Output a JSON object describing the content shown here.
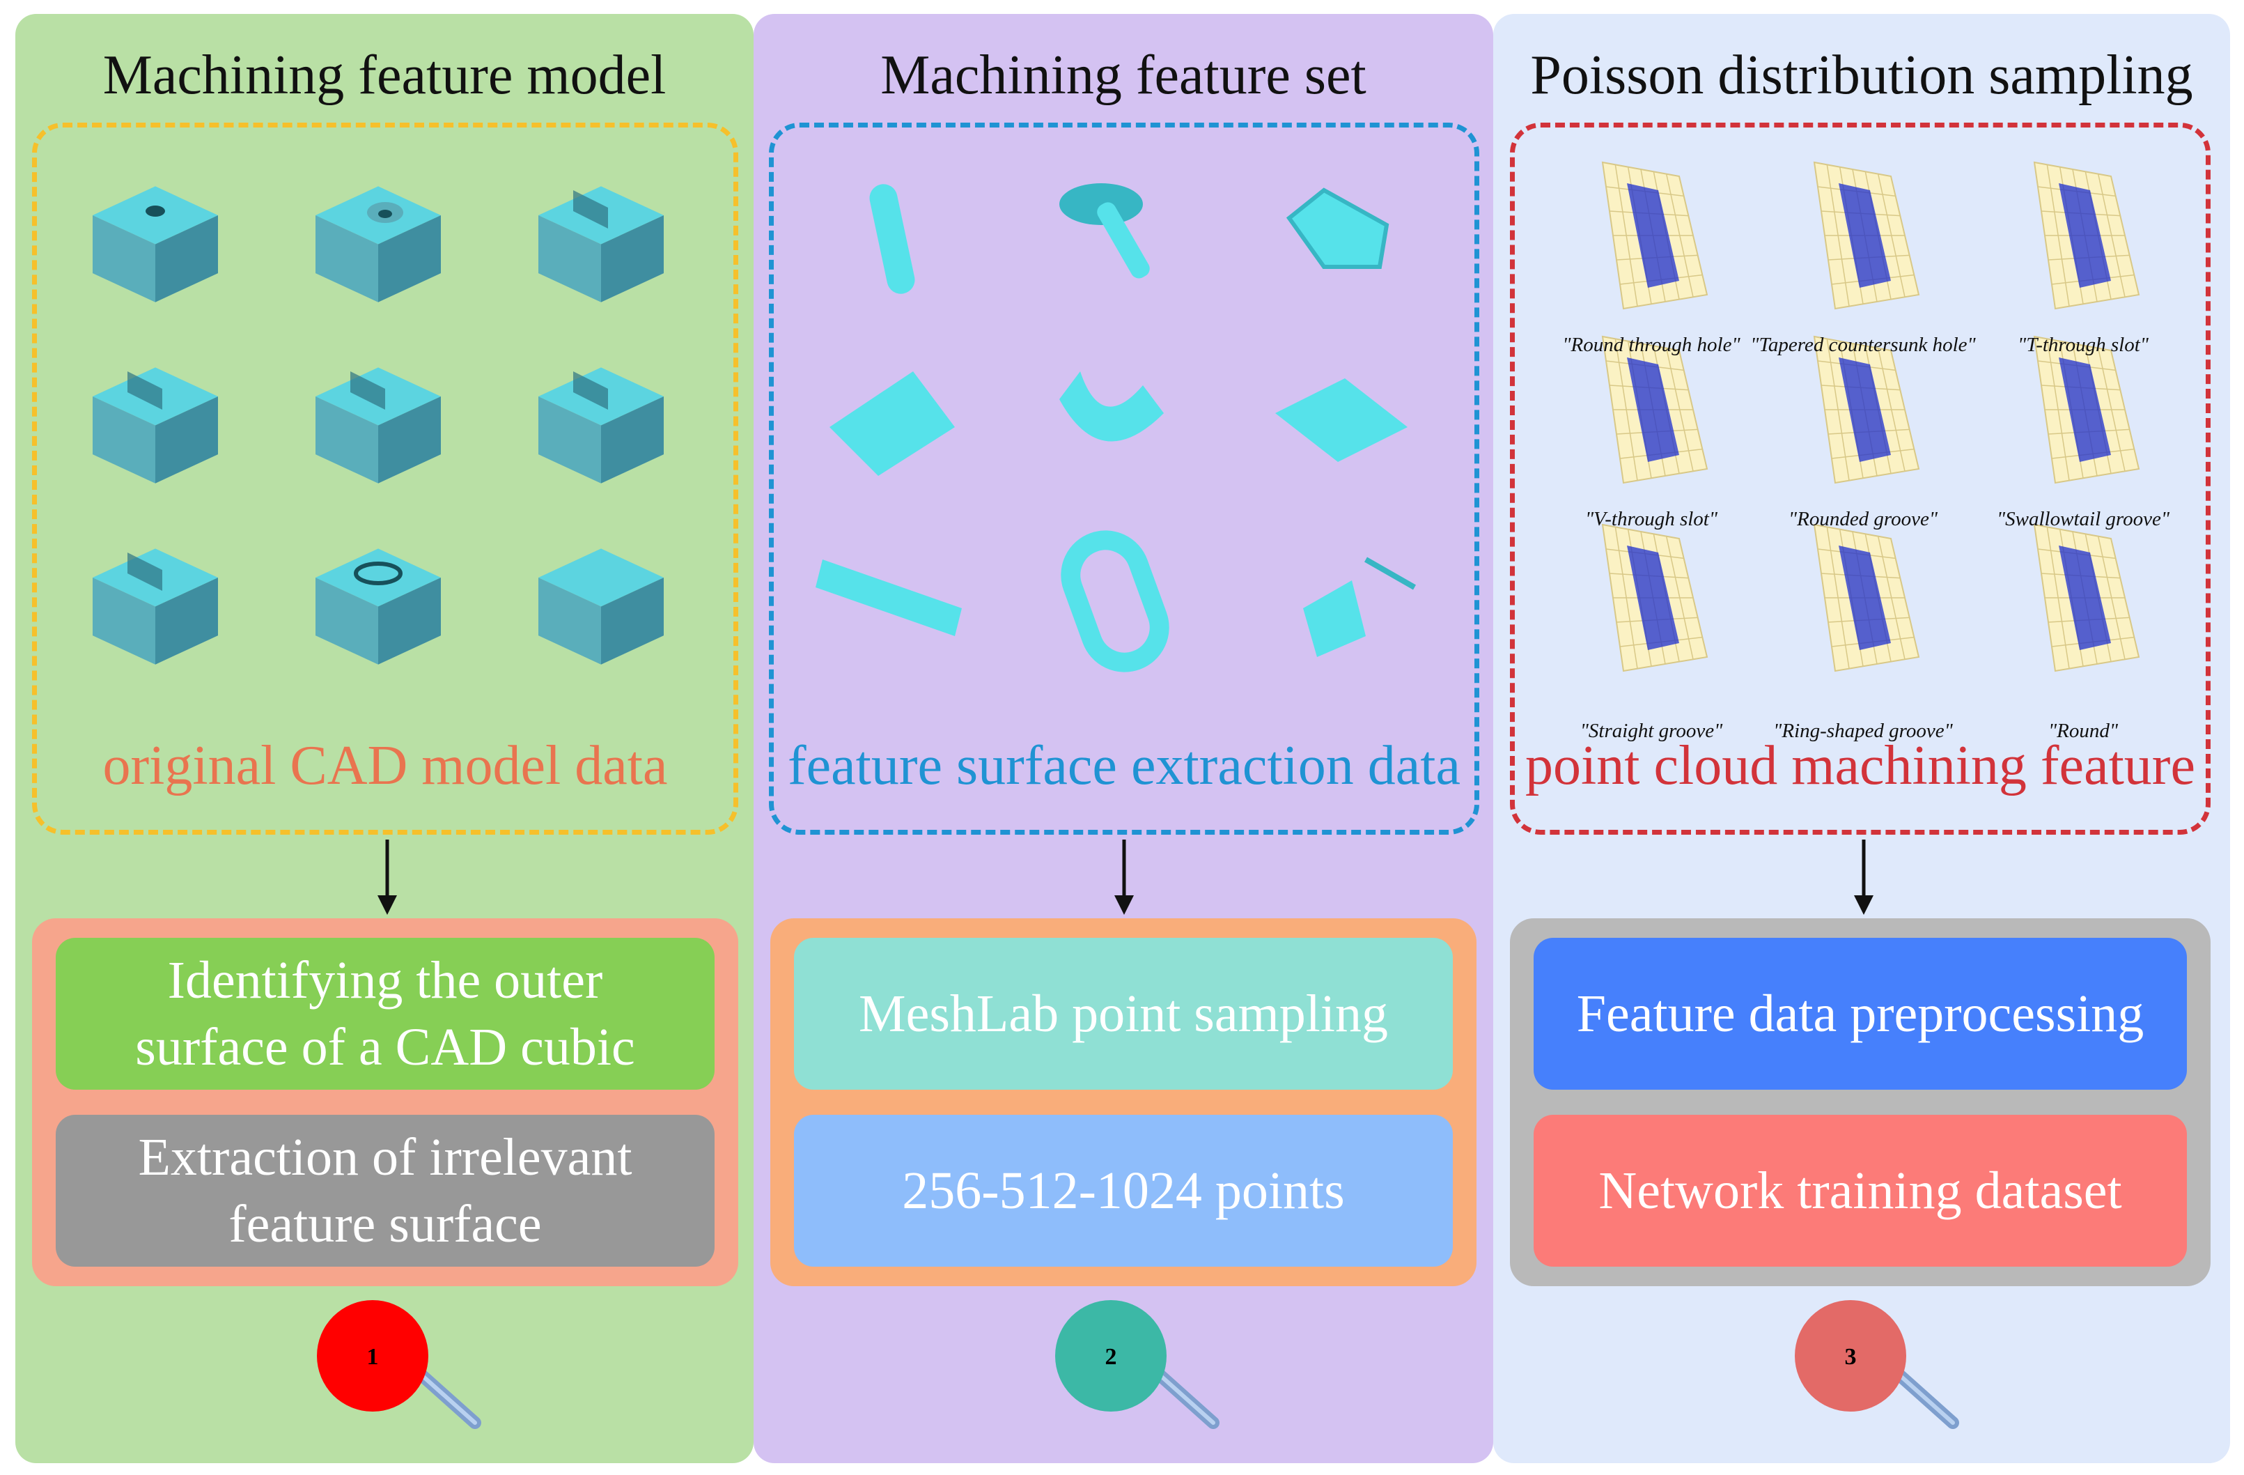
{
  "panels": [
    {
      "title": "Machining feature model",
      "box_label": "original CAD model data",
      "box_color": "#f6c02b",
      "label_color": "#e9744f",
      "proc_bg": "#f6a58c",
      "steps": [
        {
          "text": "Identifying the outer\nsurface of a CAD cubic",
          "color": "#86cf55"
        },
        {
          "text": "Extraction of irrelevant\nfeature surface",
          "color": "#989898"
        }
      ],
      "badge": {
        "number": "1",
        "color": "#ff0000"
      }
    },
    {
      "title": "Machining feature set",
      "box_label": "feature surface extraction data",
      "box_color": "#1f93d3",
      "label_color": "#1f93d3",
      "proc_bg": "#f9ad7a",
      "steps": [
        {
          "text": "MeshLab point sampling",
          "color": "#8fe0d4"
        },
        {
          "text": "256-512-1024 points",
          "color": "#8ebdfb"
        }
      ],
      "badge": {
        "number": "2",
        "color": "#3cb8a6"
      }
    },
    {
      "title": "Poisson distribution sampling",
      "box_label": "point cloud machining feature",
      "box_color": "#d2333a",
      "label_color": "#d2333a",
      "proc_bg": "#b9b9b9",
      "steps": [
        {
          "text": "Feature data preprocessing",
          "color": "#4680fc"
        },
        {
          "text": "Network training dataset",
          "color": "#fc7b78"
        }
      ],
      "badge": {
        "number": "3",
        "color": "#e36a67"
      },
      "captions": [
        "\"Round through hole\"",
        "\"Tapered countersunk hole\"",
        "\"T-through slot\"",
        "\"V-through slot\"",
        "\"Rounded groove\"",
        "\"Swallowtail groove\"",
        "\"Straight groove\"",
        "\"Ring-shaped groove\"",
        "\"Round\""
      ]
    }
  ],
  "icons": {
    "cad_models": [
      "round-through-hole-cube-icon",
      "countersunk-hole-cube-icon",
      "t-slot-cube-icon",
      "v-slot-cube-icon",
      "rounded-groove-cube-icon",
      "swallowtail-cube-icon",
      "straight-groove-cube-icon",
      "ring-groove-cube-icon",
      "fillet-cube-icon"
    ],
    "surfaces": [
      "cylinder-surface-icon",
      "countersink-surface-icon",
      "t-slot-surface-icon",
      "v-slot-surface-icon",
      "rounded-groove-surface-icon",
      "swallowtail-surface-icon",
      "straight-groove-surface-icon",
      "ring-surface-icon",
      "fillet-surface-icon"
    ],
    "point_clouds": [
      "round-hole-pointcloud-icon",
      "countersunk-pointcloud-icon",
      "t-slot-pointcloud-icon",
      "v-slot-pointcloud-icon",
      "rounded-groove-pointcloud-icon",
      "swallowtail-pointcloud-icon",
      "straight-groove-pointcloud-icon",
      "ring-groove-pointcloud-icon",
      "round-pointcloud-icon"
    ]
  },
  "colors": {
    "cube_top": "#5cd4e0",
    "cube_left": "#5aaebb",
    "cube_right": "#3f8ea0",
    "surface": "#56e2ea",
    "surface_shade": "#37b6c4",
    "grid_face": "#fbf2c4",
    "grid_line": "#d8c887",
    "points": "#1e2fd0",
    "arrow": "#111111",
    "stick": "#8fb2de"
  }
}
